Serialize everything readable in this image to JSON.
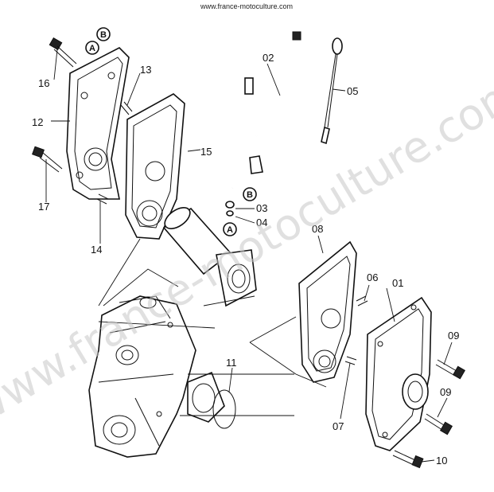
{
  "header": {
    "site_url": "www.france-motoculture.com"
  },
  "watermark": {
    "text": "www.france-motoculture.com"
  },
  "parts": {
    "p01": "01",
    "p02": "02",
    "p03": "03",
    "p04": "04",
    "p05": "05",
    "p06": "06",
    "p07": "07",
    "p08": "08",
    "p09a": "09",
    "p09b": "09",
    "p10": "10",
    "p11": "11",
    "p12": "12",
    "p13": "13",
    "p14": "14",
    "p15": "15",
    "p16": "16",
    "p17": "17"
  },
  "callouts": {
    "a1": "A",
    "b1": "B",
    "a2": "A",
    "b2": "B"
  }
}
